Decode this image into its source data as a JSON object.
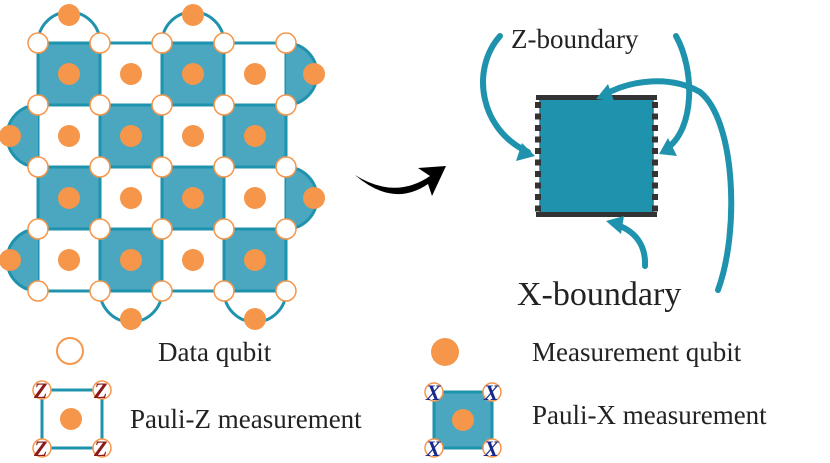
{
  "colors": {
    "teal": "#1f93ad",
    "teal_fill": "#4ba6bf",
    "orange": "#f5964a",
    "dark": "#333333",
    "z_red": "#8b1a1a",
    "x_blue": "#1a2a8b"
  },
  "labels": {
    "z_boundary": "Z-boundary",
    "x_boundary": "X-boundary",
    "data_qubit": "Data qubit",
    "measurement_qubit": "Measurement qubit",
    "pauli_z": "Pauli-Z measurement",
    "pauli_x": "Pauli-X measurement",
    "z_op": "Z",
    "x_op": "X"
  },
  "icons": {
    "transform_arrow": "curved-arrow-icon",
    "data_qubit": "hollow-circle-icon",
    "measurement_qubit": "filled-circle-icon"
  }
}
